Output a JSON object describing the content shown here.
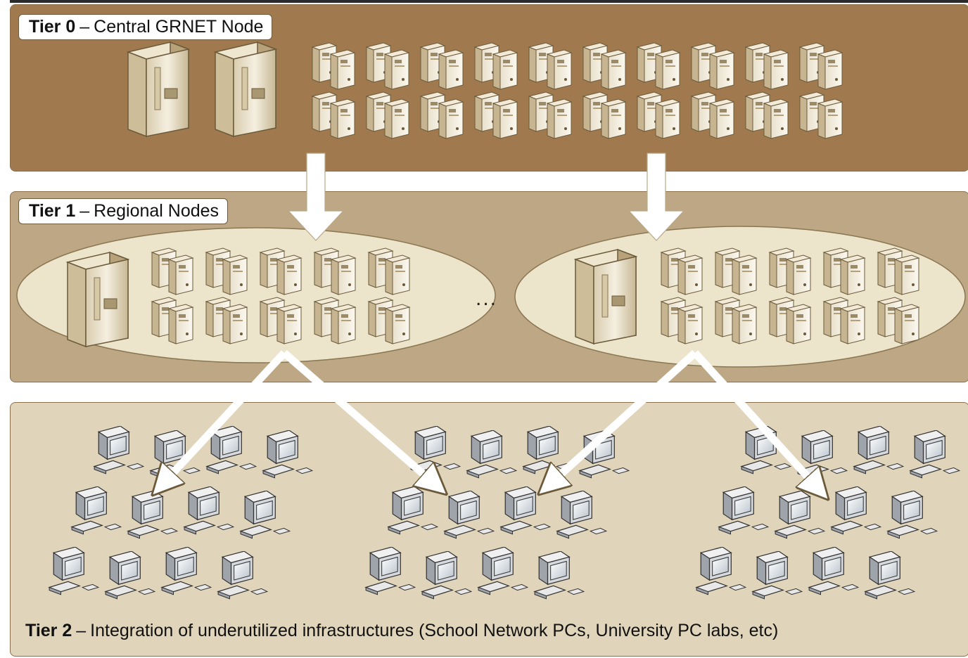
{
  "tiers": [
    {
      "tier": "Tier 0",
      "separator": "–",
      "description": "Central GRNET Node"
    },
    {
      "tier": "Tier 1",
      "separator": "–",
      "description": "Regional Nodes"
    },
    {
      "tier": "Tier 2",
      "separator": "–",
      "description": "Integration of underutilized infrastructures (School Network PCs, University PC labs, etc)"
    }
  ],
  "ellipsis": "...",
  "colors": {
    "tier0_band": "#a07a4e",
    "tier1_band": "#bda785",
    "tier2_band": "#e0d4ba",
    "regional_ellipse": "#ece5cc",
    "arrow": "#ffffff"
  },
  "icons": {
    "large_server": "tower-server-icon",
    "small_server": "rack-server-icon",
    "pc": "desktop-pc-icon",
    "arrow": "down-arrow-icon"
  }
}
